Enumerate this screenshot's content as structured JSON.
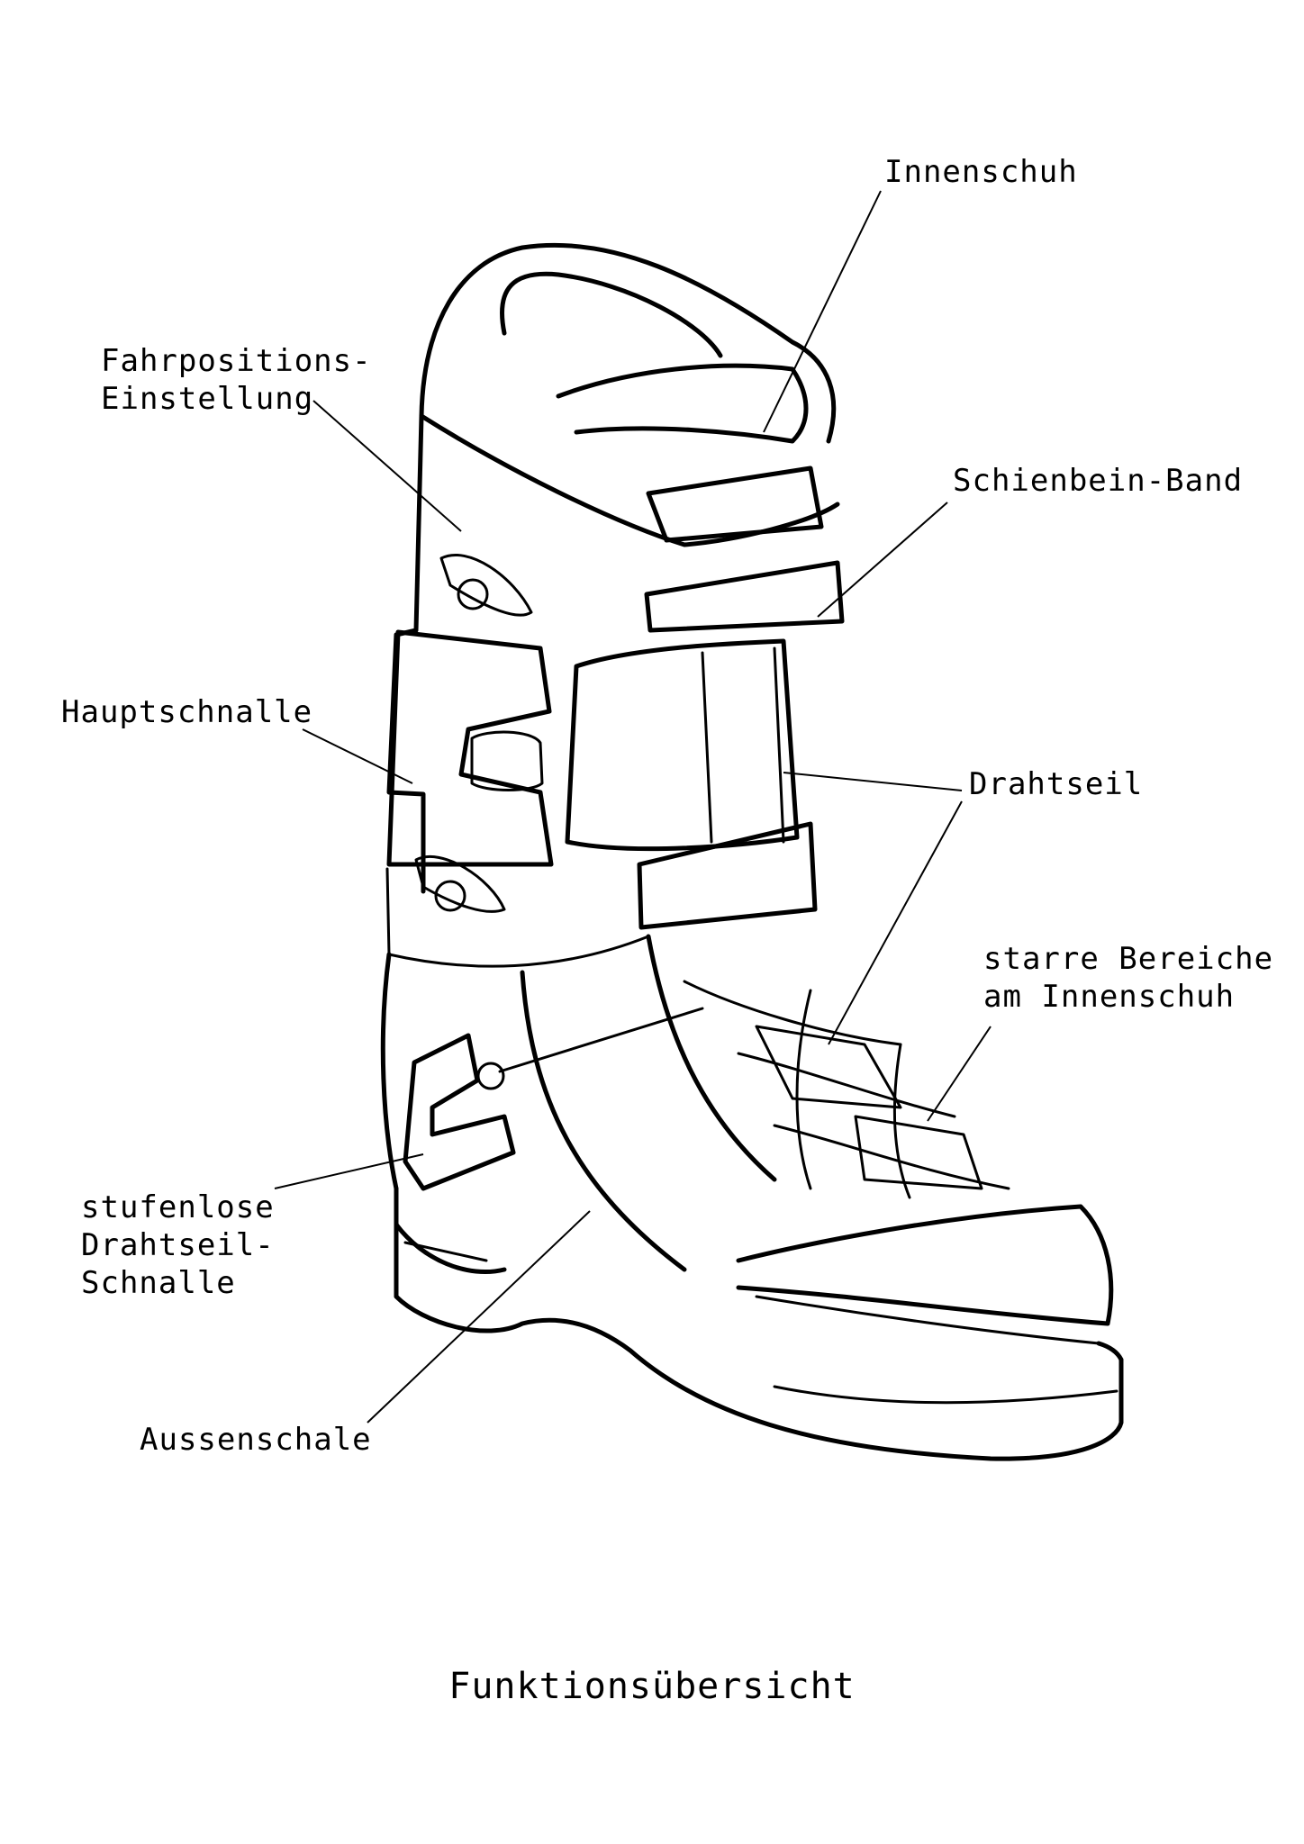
{
  "labels": {
    "innenschuh": "Innenschuh",
    "fahrposition_line1": "Fahrpositions-",
    "fahrposition_line2": "Einstellung",
    "schienbein_band": "Schienbein-Band",
    "hauptschnalle": "Hauptschnalle",
    "drahtseil": "Drahtseil",
    "starre_line1": "starre Bereiche",
    "starre_line2": "am Innenschuh",
    "stufenlose_line1": "stufenlose",
    "stufenlose_line2": "Drahtseil-",
    "stufenlose_line3": "Schnalle",
    "aussenschale": "Aussenschale"
  },
  "caption": "Funktionsübersicht",
  "colors": {
    "ink": "#000000",
    "paper": "#ffffff"
  }
}
